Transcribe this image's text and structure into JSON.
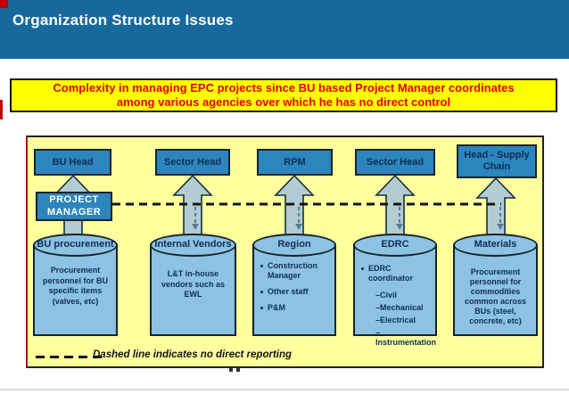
{
  "header": {
    "title": "Organization Structure Issues"
  },
  "callout": {
    "text": "Complexity in managing EPC projects since BU based Project Manager coordinates\namong various agencies over which he has no direct control"
  },
  "diagram": {
    "top_boxes": [
      {
        "label": "BU Head"
      },
      {
        "label": "Sector Head"
      },
      {
        "label": "RPM"
      },
      {
        "label": "Sector Head"
      },
      {
        "label": "Head - Supply Chain"
      }
    ],
    "project_manager": {
      "label": "PROJECT\nMANAGER"
    },
    "cylinders": [
      {
        "title": "BU procurement",
        "body": "Procurement\npersonnel for BU\nspecific items\n(valves, etc)"
      },
      {
        "title": "Internal Vendors",
        "body": "L&T in-house\nvendors such as\nEWL"
      },
      {
        "title": "Region",
        "bullets": [
          "Construction Manager",
          "Other staff",
          "P&M"
        ]
      },
      {
        "title": "EDRC",
        "bullets": [
          "EDRC coordinator"
        ],
        "subs": [
          "–Civil",
          "–Mechanical",
          "–Electrical",
          "–Instrumentation"
        ]
      },
      {
        "title": "Materials",
        "body": "Procurement\npersonnel for\ncommodities\ncommon across\nBUs (steel,\nconcrete, etc)"
      }
    ],
    "legend": {
      "text": "Dashed line indicates no direct reporting"
    }
  },
  "colors": {
    "header_bar": "#17699c",
    "accent_red": "#c00000",
    "callout_bg": "#ffff00",
    "callout_text": "#e60000",
    "panel_bg": "#ffff9e",
    "box_blue": "#2c85bd",
    "navy_text": "#0b3055",
    "cylinder_blue": "#8dc2e3",
    "arrow_fill": "#b3ccd2"
  }
}
